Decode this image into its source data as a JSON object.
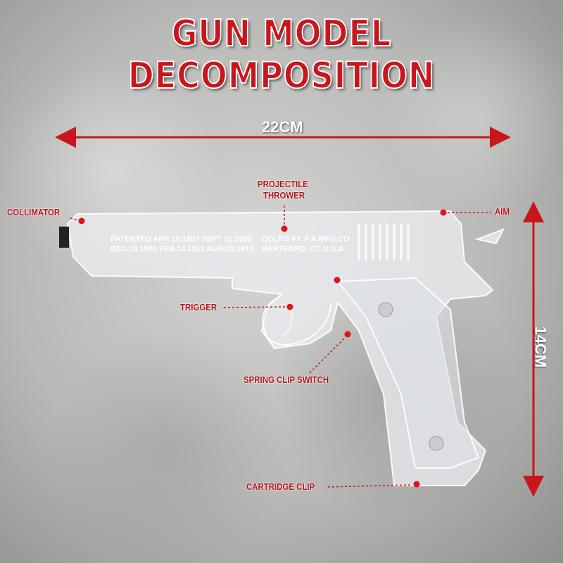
{
  "title": "GUN MODEL DECOMPOSITION",
  "dimensions": {
    "length": "22CM",
    "height": "14CM"
  },
  "engraving": {
    "line1": "PATENTED APR 20.1897 SEPT 12.1905",
    "line2": "DEC.19.1905 FEB.14.1911 AUG.19.1913",
    "maker1": "COLT'S PT. F.A.MFG.CO",
    "maker2": "HARTFORD. CT. U.S.A"
  },
  "labels": {
    "collimator": "COLLIMATOR",
    "projectile1": "PROJECTILE",
    "projectile2": "THROWER",
    "aim": "AIM",
    "trigger": "TRIGGER",
    "spring": "SPRING CLIP SWITCH",
    "cartridge": "CARTRIDGE CLIP"
  },
  "colors": {
    "accent": "#c8161d"
  }
}
